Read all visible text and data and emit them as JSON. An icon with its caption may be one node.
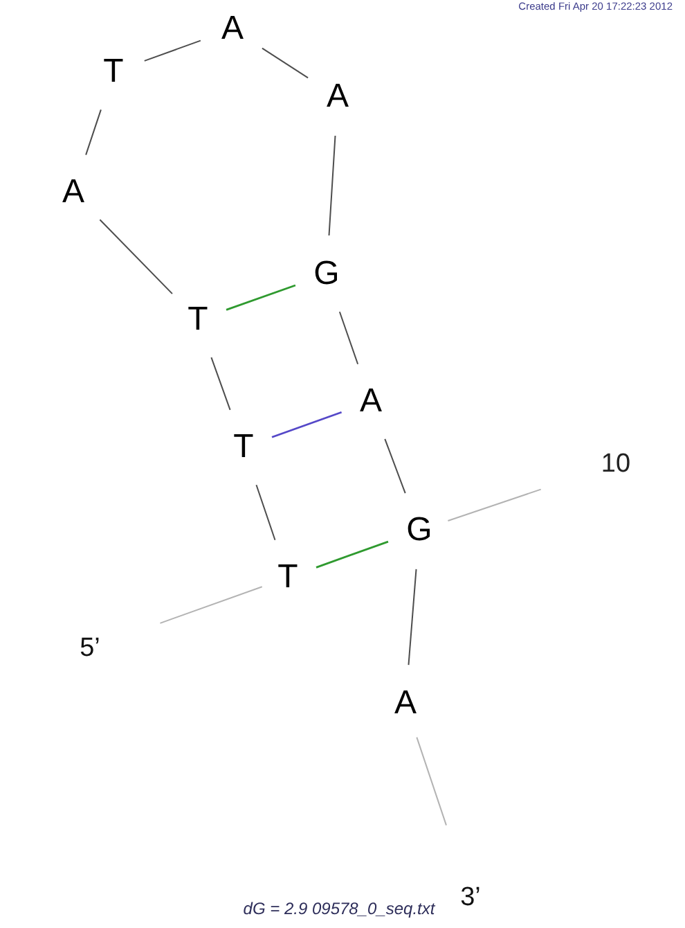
{
  "diagram": {
    "caption": "dG = 2.9 09578_0_seq.txt",
    "nodes": [
      {
        "text": [
          "5’"
        ]
      },
      {
        "text": [
          "T"
        ]
      },
      {
        "text": [
          "T"
        ]
      },
      {
        "text": [
          "T"
        ]
      },
      {
        "text": [
          "A"
        ]
      },
      {
        "text": [
          "T"
        ]
      },
      {
        "text": [
          "A"
        ]
      },
      {
        "text": [
          "A"
        ]
      },
      {
        "text": [
          "G"
        ]
      },
      {
        "text": [
          "A"
        ]
      },
      {
        "text": [
          "G"
        ]
      },
      {
        "text": [
          "A"
        ]
      },
      {
        "text": [
          "3’"
        ]
      },
      {
        "text": [
          "10"
        ]
      }
    ],
    "edges": [
      {
        "from": 0,
        "to": 1,
        "arrow": "none",
        "color": "#b3b3b3"
      },
      {
        "from": 1,
        "to": 2,
        "arrow": "none"
      },
      {
        "from": 2,
        "to": 3,
        "arrow": "none"
      },
      {
        "from": 3,
        "to": 4,
        "arrow": "none"
      },
      {
        "from": 4,
        "to": 5,
        "arrow": "none"
      },
      {
        "from": 5,
        "to": 6,
        "arrow": "none"
      },
      {
        "from": 6,
        "to": 7,
        "arrow": "none"
      },
      {
        "from": 7,
        "to": 8,
        "arrow": "none"
      },
      {
        "from": 8,
        "to": 9,
        "arrow": "none"
      },
      {
        "from": 9,
        "to": 10,
        "arrow": "none"
      },
      {
        "from": 10,
        "to": 11,
        "arrow": "none"
      },
      {
        "from": 11,
        "to": 12,
        "arrow": "none",
        "color": "#b3b3b3"
      },
      {
        "from": 13,
        "to": 10,
        "arrow": "none",
        "color": "#b3b3b3"
      },
      {
        "from": 1,
        "to": 10,
        "arrow": "none",
        "color": "#2f9a2f"
      },
      {
        "from": 2,
        "to": 9,
        "arrow": "none",
        "color": "#5548c8"
      },
      {
        "from": 3,
        "to": 8,
        "arrow": "none",
        "color": "#2f9a2f"
      }
    ],
    "labels": [
      "Created Fri Apr 20 17:22:23 2012"
    ]
  }
}
